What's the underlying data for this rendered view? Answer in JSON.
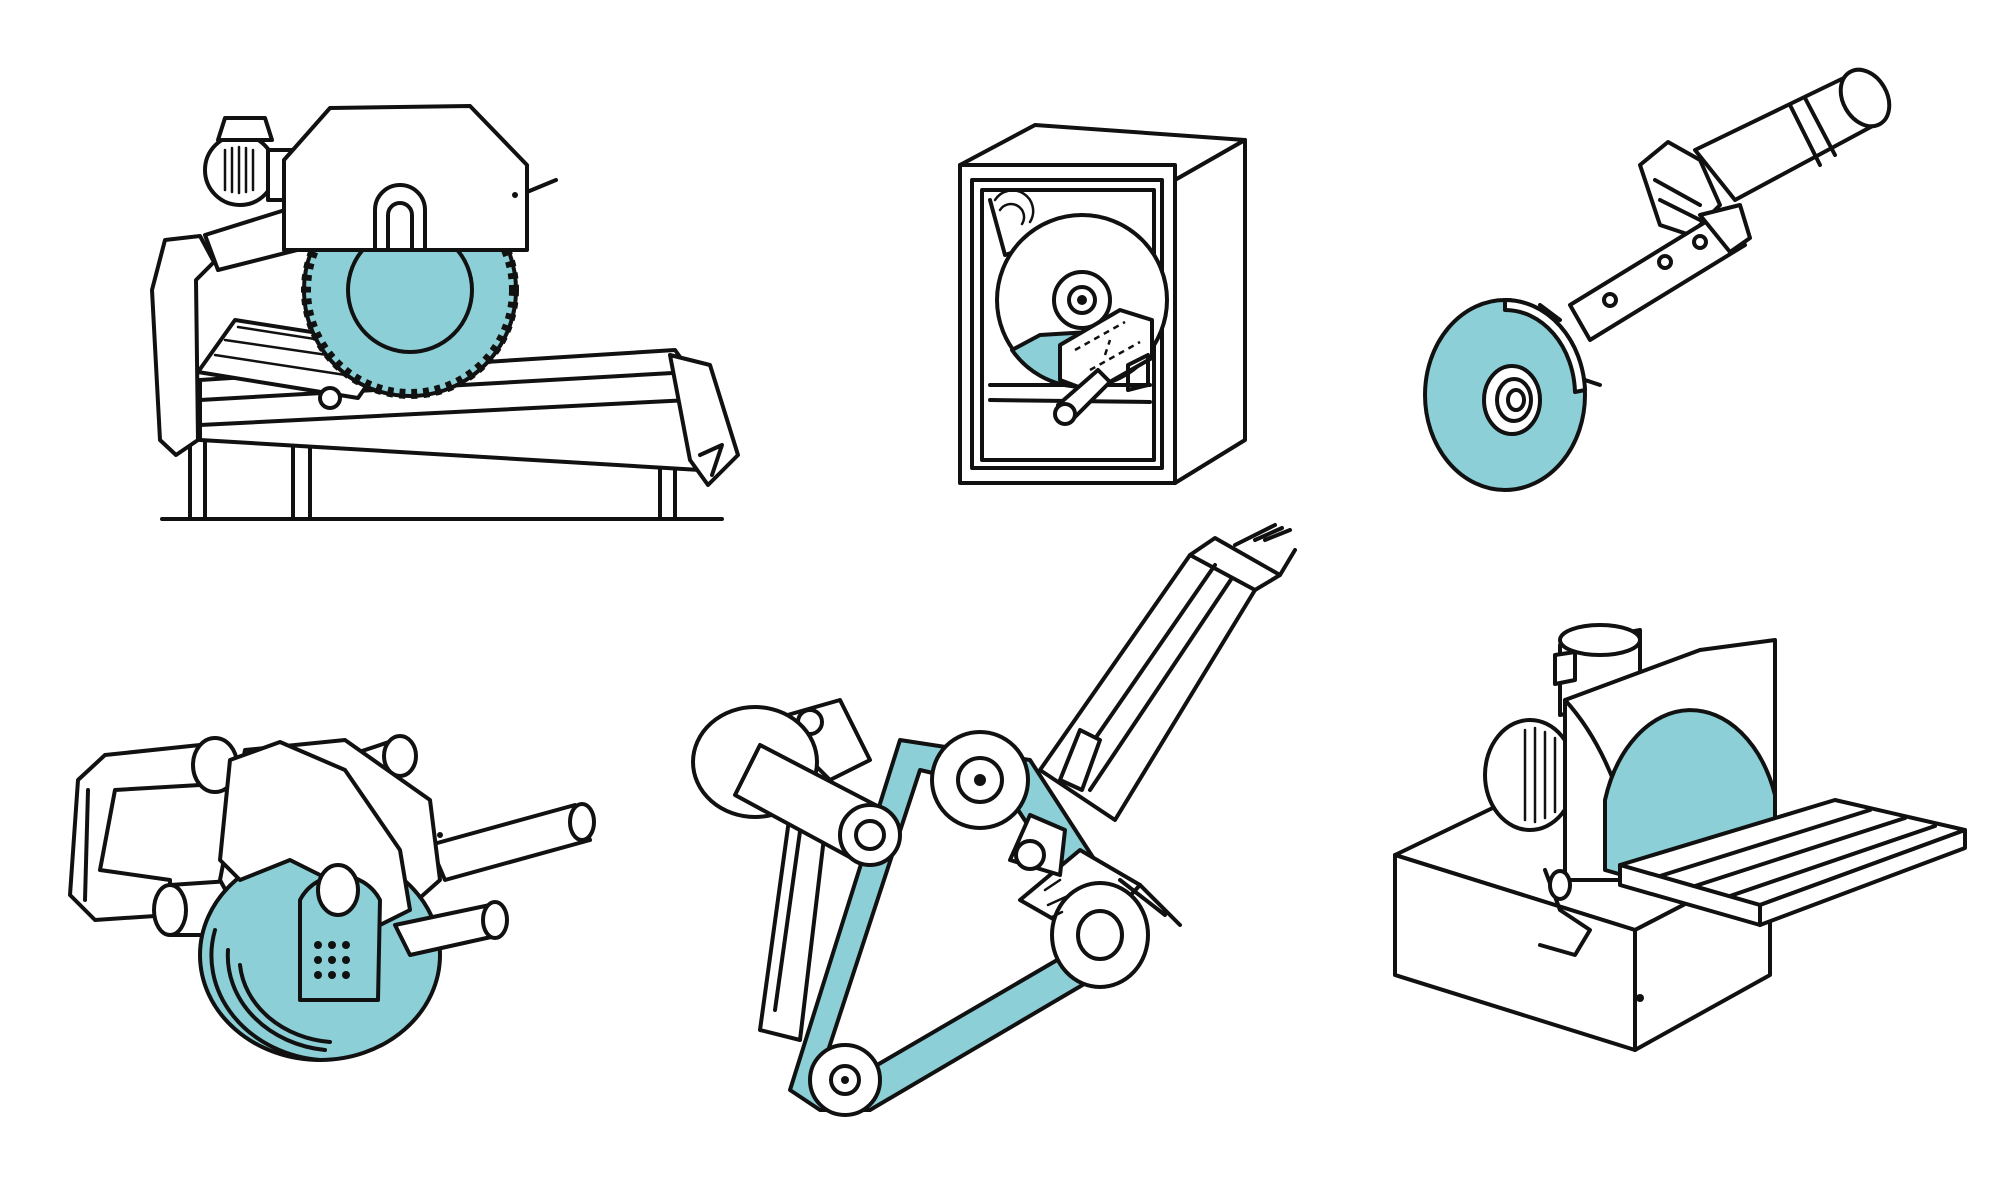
{
  "colors": {
    "background": "#ffffff",
    "line": "#111111",
    "accent": "#8ccfd6"
  },
  "illustrations": [
    {
      "name": "table-saw-illustration",
      "icon": "table-saw-icon"
    },
    {
      "name": "cabinet-saw-illustration",
      "icon": "cabinet-saw-icon"
    },
    {
      "name": "angle-grinder-illustration",
      "icon": "angle-grinder-icon"
    },
    {
      "name": "wall-chaser-illustration",
      "icon": "wall-chaser-icon"
    },
    {
      "name": "belt-grinder-illustration",
      "icon": "belt-grinder-icon"
    },
    {
      "name": "disc-sander-illustration",
      "icon": "disc-sander-icon"
    }
  ]
}
